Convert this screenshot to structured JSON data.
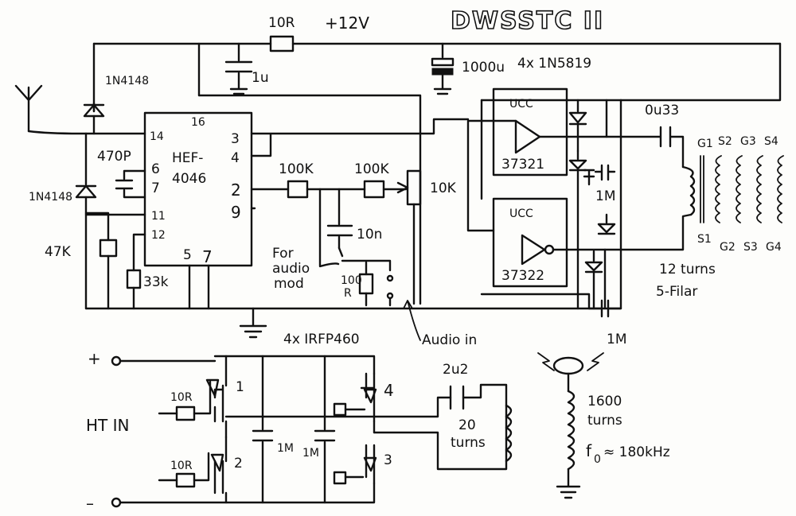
{
  "title": "DWSSTC II",
  "supply": {
    "resistor": "10R",
    "voltage": "+12V",
    "cap": "1u",
    "bulk_cap": "1000u",
    "diodes": "4x 1N5819"
  },
  "antenna": {
    "diode_top": "1N4148",
    "diode_bottom": "1N4148",
    "cap": "470P",
    "resistor": "47K"
  },
  "pll": {
    "name_line1": "HEF-",
    "name_line2": "4046",
    "pins": {
      "p14": "14",
      "p16": "16",
      "p6": "6",
      "p7": "7",
      "p11": "11",
      "p12": "12",
      "p3": "3",
      "p4": "4",
      "p2": "2",
      "p9": "9",
      "p5": "5",
      "p7b": "7"
    },
    "r33k": "33k"
  },
  "filter": {
    "r1": "100K",
    "r2": "100K",
    "pot": "10K",
    "cap": "10n"
  },
  "audio": {
    "note_line1": "For",
    "note_line2": "audio",
    "note_line3": "mod",
    "resistor_line1": "100",
    "resistor_line2": "R",
    "input": "Audio in"
  },
  "drivers": {
    "top": {
      "label": "UCC",
      "part": "37321"
    },
    "bottom": {
      "label": "UCC",
      "part": "37322"
    },
    "cap_a": "1M",
    "cap_b": "1M"
  },
  "gdt": {
    "cap": "0u33",
    "turns": "12 turns",
    "winding": "5-Filar",
    "top_labels": [
      "G1",
      "S2",
      "G3",
      "S4"
    ],
    "bottom_labels": [
      "S1",
      "G2",
      "S3",
      "G4"
    ]
  },
  "bridge": {
    "title": "4x IRFP460",
    "plus": "+",
    "minus": "–",
    "ht_in": "HT IN",
    "r_gate_1": "10R",
    "r_gate_2": "10R",
    "fet_numbers": [
      "1",
      "2",
      "3",
      "4"
    ],
    "cap_1": "1M",
    "cap_2": "1M",
    "primary_cap": "2u2",
    "primary_line1": "20",
    "primary_line2": "turns"
  },
  "secondary": {
    "turns_line1": "1600",
    "turns_line2": "turns",
    "freq_label": "f",
    "freq_sub": "0",
    "freq_value": "≈ 180kHz"
  }
}
